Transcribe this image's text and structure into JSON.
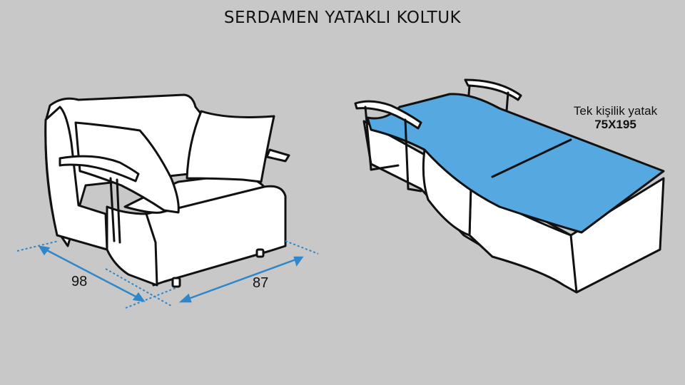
{
  "title": "SERDAMEN YATAKLI KOLTUK",
  "armchair": {
    "dimension_width": "98",
    "dimension_depth": "87"
  },
  "bed": {
    "label": "Tek kişilik yatak",
    "size": "75X195"
  },
  "colors": {
    "background": "#c8c8c8",
    "mattress": "#55a8e0",
    "dimension_line": "#2f86c8",
    "outline": "#111111",
    "fabric": "#ffffff"
  }
}
